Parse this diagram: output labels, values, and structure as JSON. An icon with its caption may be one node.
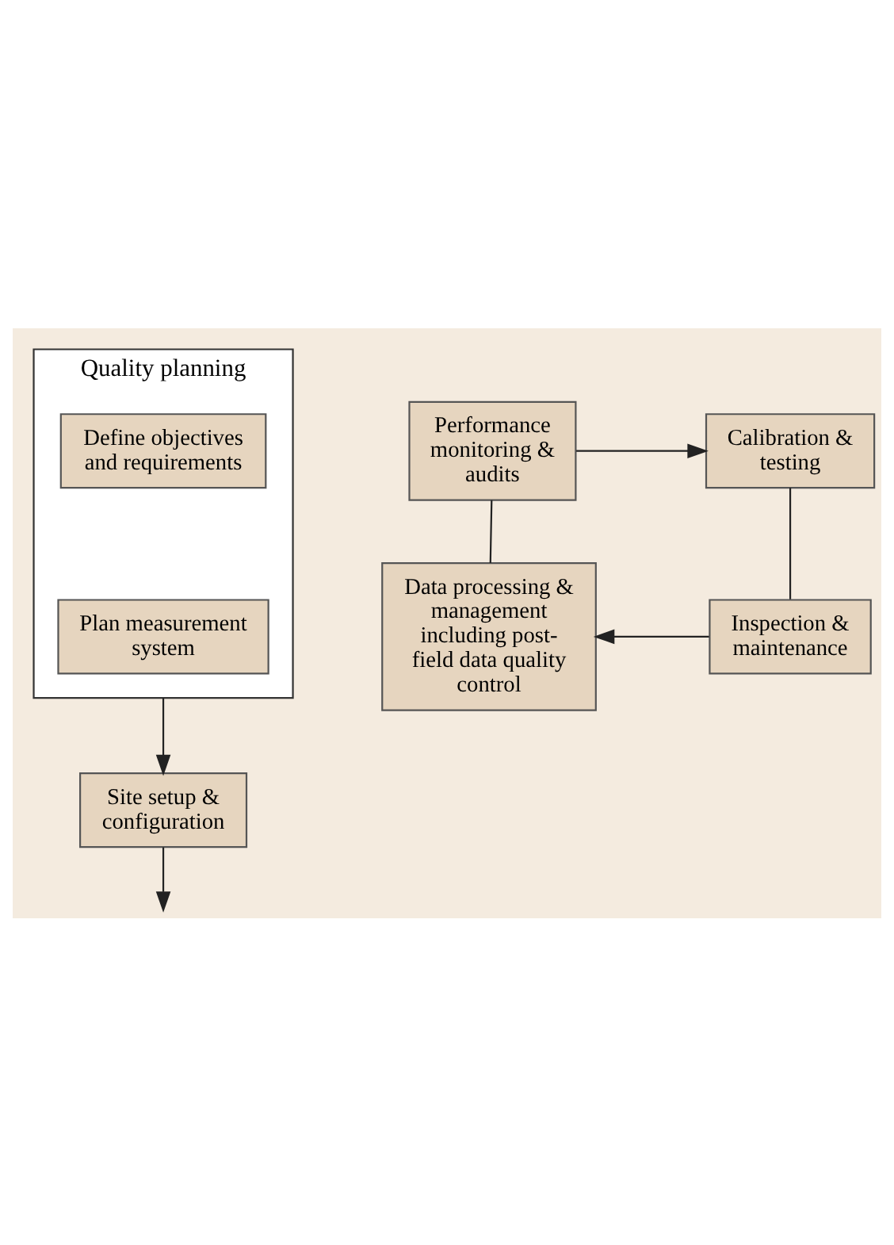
{
  "diagram": {
    "nodes": [
      {
        "text": [
          "Quality planning"
        ]
      },
      {
        "text": [
          "Define objectives and requirements"
        ],
        "in": 0
      },
      {
        "text": [
          "Plan measurement system"
        ],
        "in": 0
      },
      {
        "text": [
          "Site setup & configuration"
        ]
      },
      {
        "text": [
          "Performance monitoring & audits"
        ]
      },
      {
        "text": [
          "Calibration & testing"
        ]
      },
      {
        "text": [
          "Data processing & management including post-field data quality control"
        ]
      },
      {
        "text": [
          "Inspection & maintenance"
        ]
      }
    ],
    "edges": [
      {
        "from": 0,
        "to": 3,
        "arrow": "to"
      },
      {
        "from": 3,
        "to": null,
        "arrow": "to"
      },
      {
        "from": 4,
        "to": 5,
        "arrow": "to"
      },
      {
        "from": 5,
        "to": 7,
        "arrow": "none"
      },
      {
        "from": 7,
        "to": 6,
        "arrow": "to"
      },
      {
        "from": 6,
        "to": 4,
        "arrow": "none"
      }
    ]
  }
}
